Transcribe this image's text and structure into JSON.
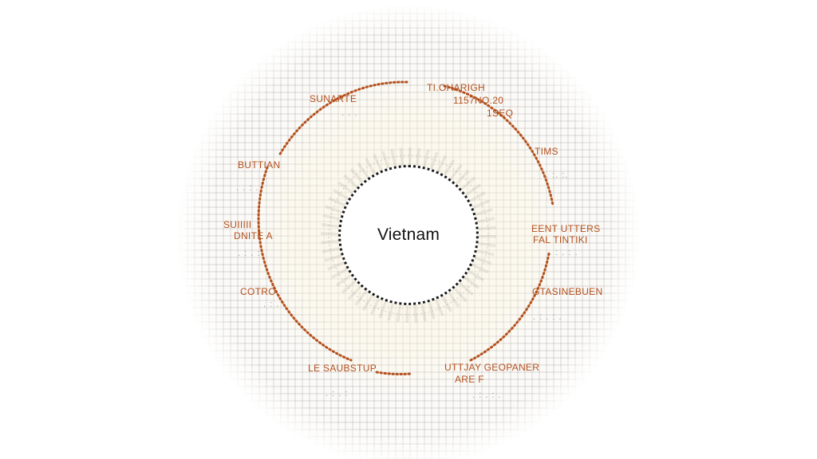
{
  "center": {
    "label": "Vietnam"
  },
  "nodes": [
    {
      "id": "tl1",
      "lines": [
        "SUNARTE"
      ]
    },
    {
      "id": "tr1",
      "lines": [
        "TI.OHARIGH",
        "1157NO.20",
        "1SEQ"
      ]
    },
    {
      "id": "r1",
      "lines": [
        "TIMS"
      ]
    },
    {
      "id": "l1",
      "lines": [
        "BUTTIAN"
      ]
    },
    {
      "id": "l2",
      "lines": [
        "SUIIIII",
        "DNITE A"
      ]
    },
    {
      "id": "r2",
      "lines": [
        "EENT UTTERS",
        "FAL TINTIKI"
      ]
    },
    {
      "id": "l3",
      "lines": [
        "COTRO"
      ]
    },
    {
      "id": "r3",
      "lines": [
        "GTASINEBUEN"
      ]
    },
    {
      "id": "b1",
      "lines": [
        "LE SAUBSTUP"
      ]
    },
    {
      "id": "b2",
      "lines": [
        "UTTJAY GEOPANER",
        "ARE F"
      ]
    }
  ],
  "colors": {
    "accent": "#b4511e",
    "ring": "#1b1b1b",
    "background": "#ffffff"
  }
}
